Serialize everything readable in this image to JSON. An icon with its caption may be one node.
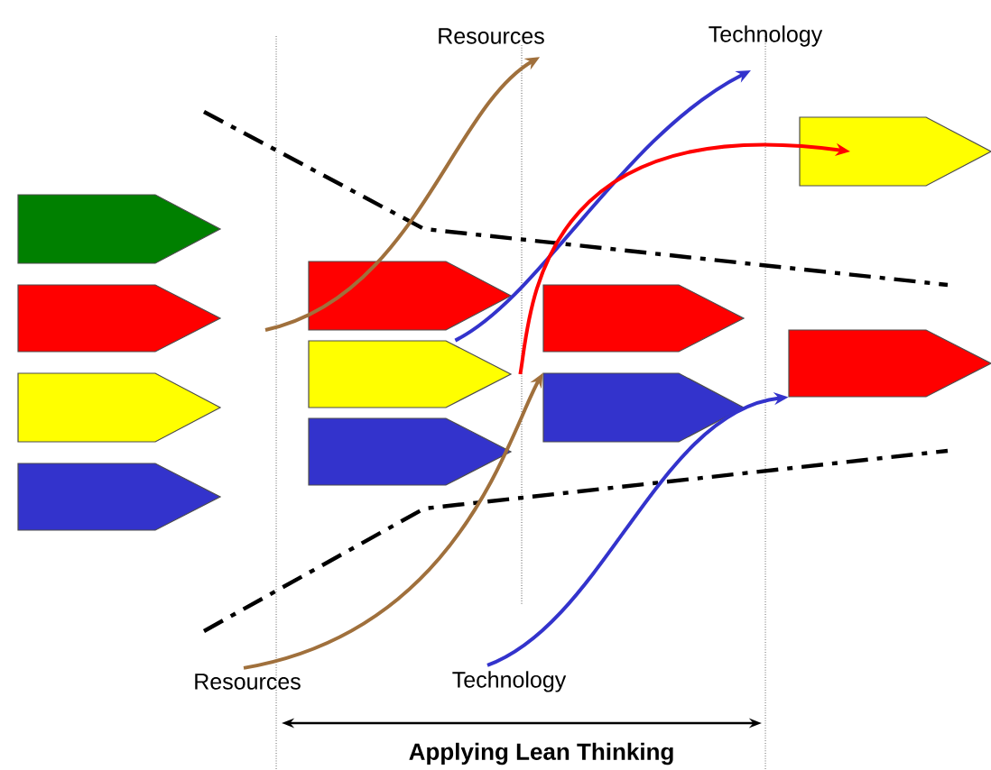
{
  "diagram": {
    "nodes": [
      {
        "text": [
          "Resources"
        ]
      },
      {
        "text": [
          "Technology"
        ]
      },
      {
        "text": [],
        "shape": "pentagon"
      },
      {
        "text": [],
        "shape": "pentagon"
      },
      {
        "text": [],
        "shape": "pentagon"
      },
      {
        "text": [],
        "shape": "pentagon"
      },
      {
        "text": [],
        "shape": "pentagon"
      },
      {
        "text": [],
        "shape": "pentagon"
      },
      {
        "text": [],
        "shape": "pentagon"
      },
      {
        "text": [],
        "shape": "pentagon"
      },
      {
        "text": [],
        "shape": "pentagon"
      },
      {
        "text": [],
        "shape": "pentagon"
      },
      {
        "text": [],
        "shape": "pentagon"
      },
      {
        "text": [
          "Resources"
        ]
      },
      {
        "text": [
          "Technology"
        ]
      }
    ],
    "edges": [
      {
        "from": null,
        "to": 0,
        "arrow": "to",
        "color": "#a0703c"
      },
      {
        "from": 8,
        "to": 1,
        "arrow": "to",
        "color": "#3333cc"
      },
      {
        "from": 8,
        "to": 2,
        "arrow": "to",
        "color": "#ff0000"
      },
      {
        "from": 13,
        "to": 11,
        "arrow": "to",
        "color": "#a0703c"
      },
      {
        "from": 14,
        "to": 12,
        "arrow": "to",
        "color": "#3333cc"
      }
    ],
    "labels": [
      "Applying Lean Thinking"
    ]
  }
}
